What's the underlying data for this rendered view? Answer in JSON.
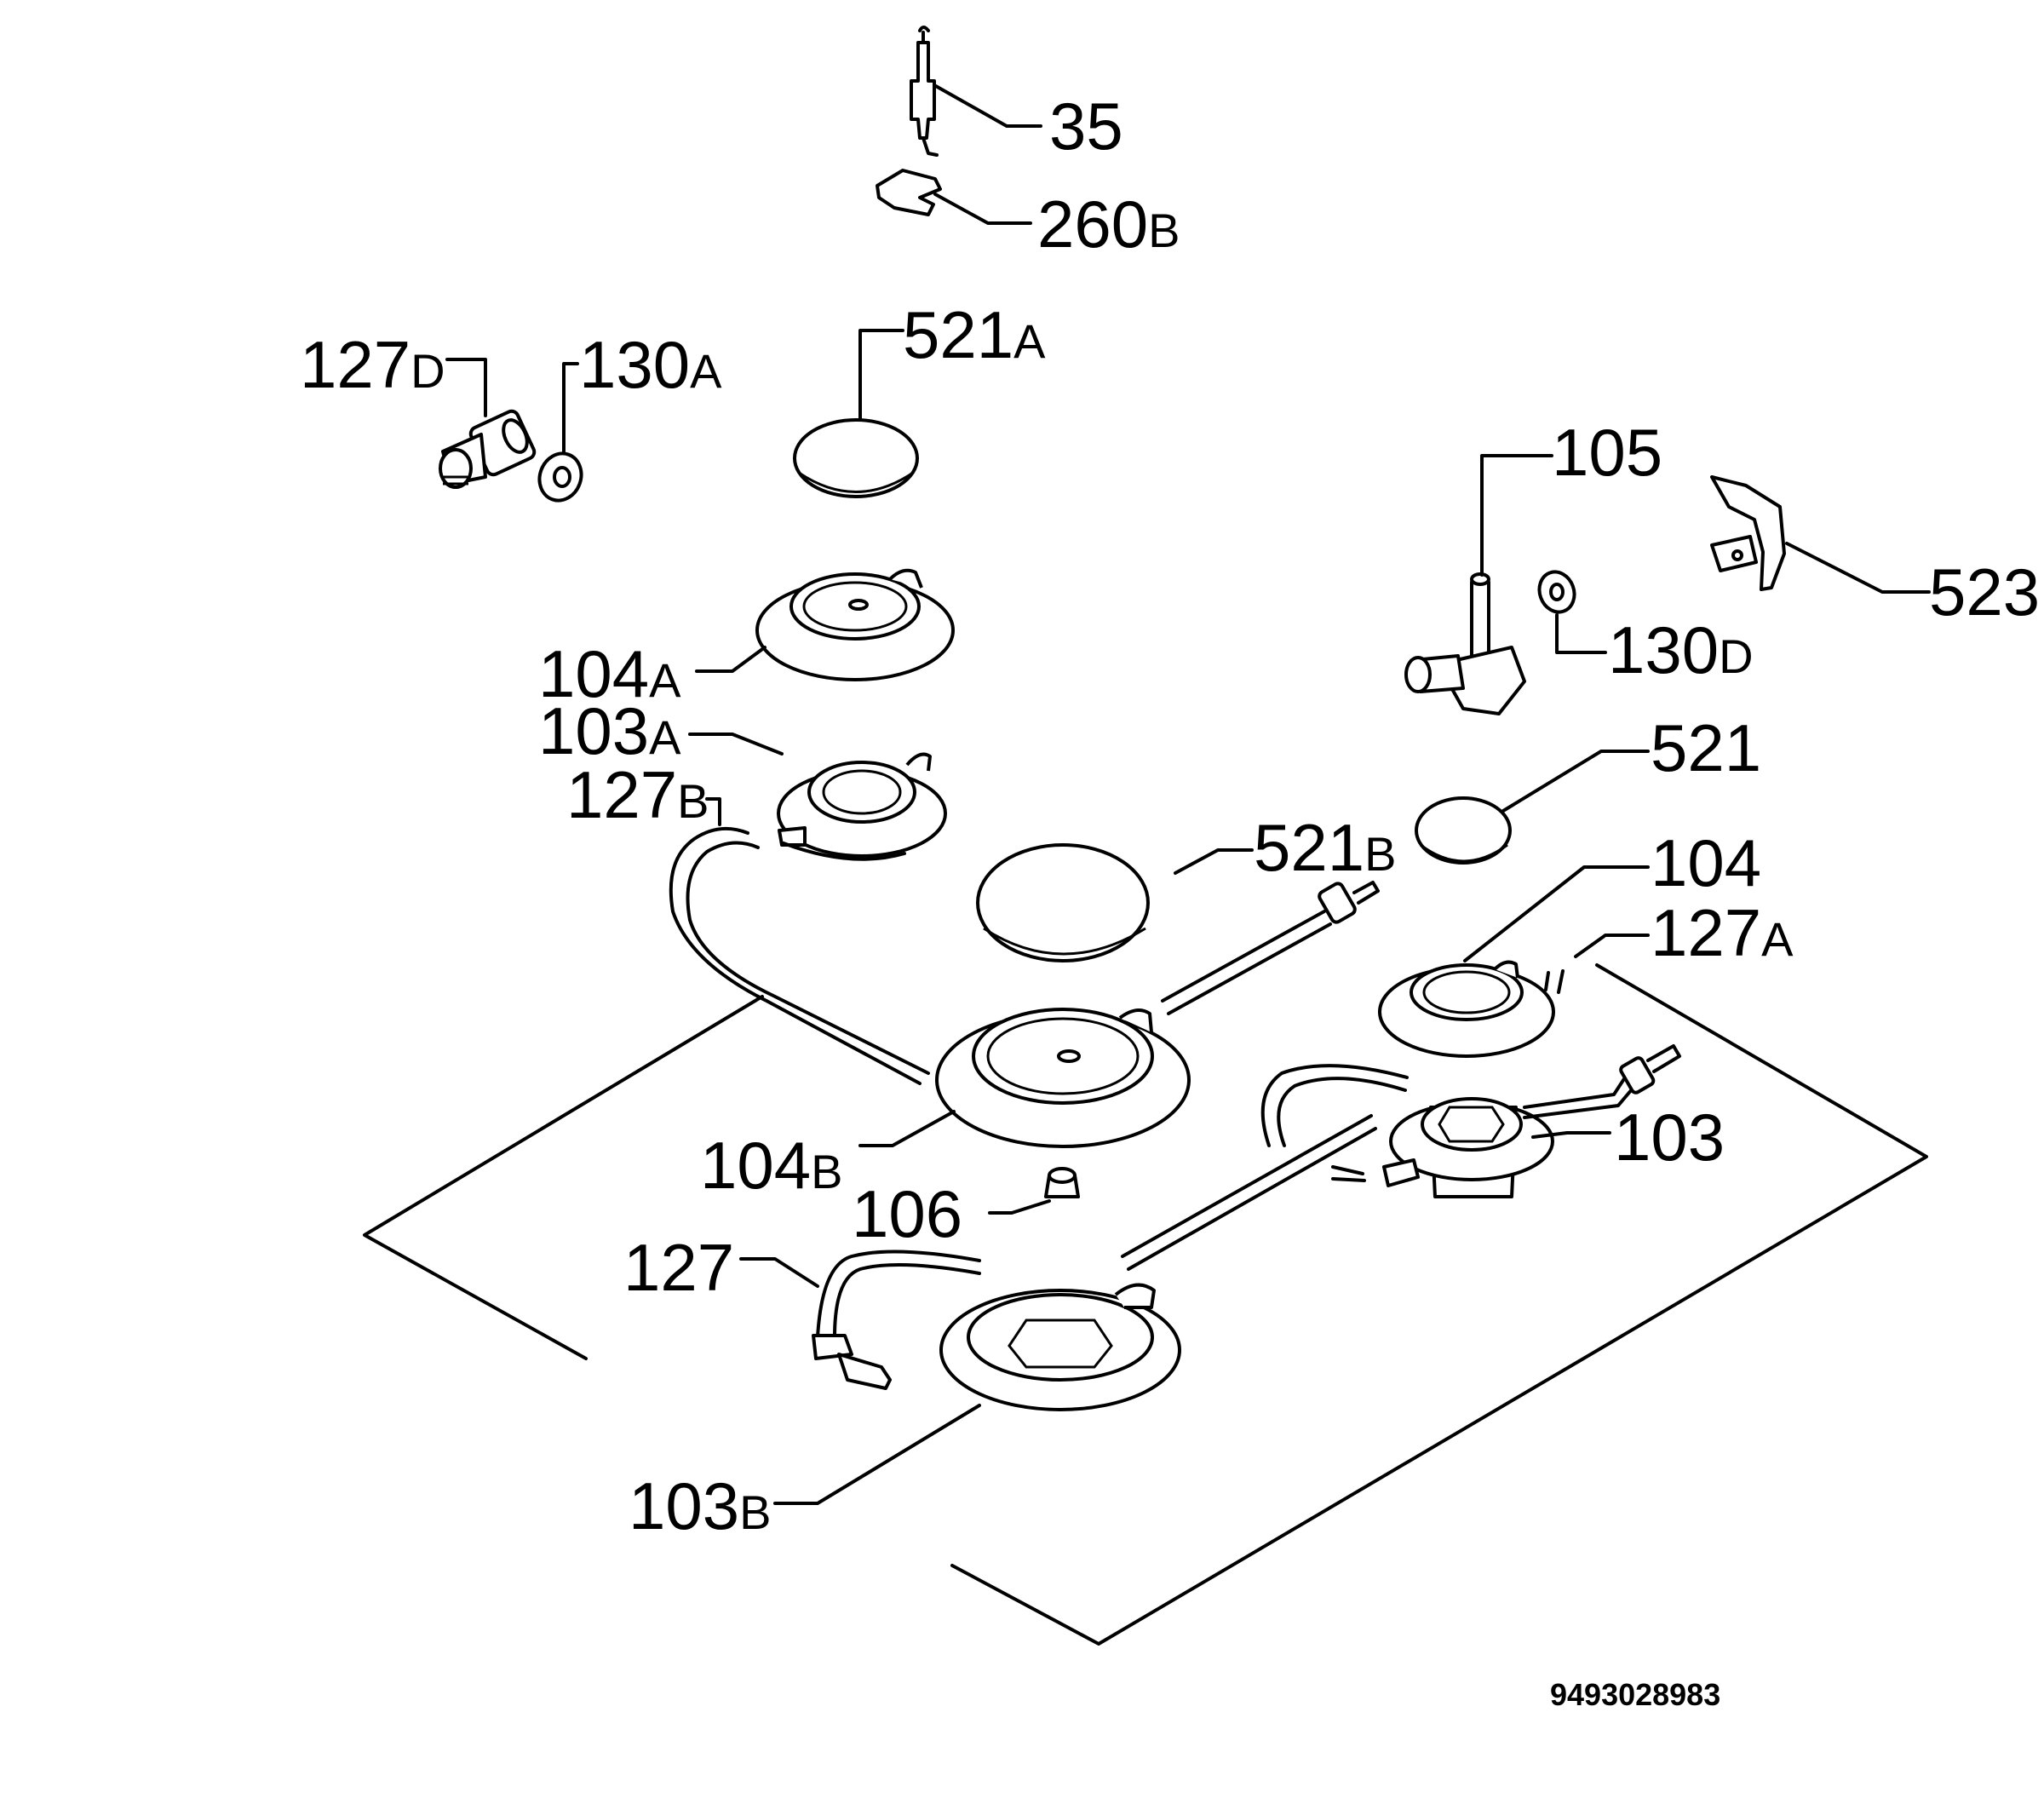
{
  "labels": [
    {
      "id": "35",
      "num": "35",
      "suf": ""
    },
    {
      "id": "260B",
      "num": "260",
      "suf": "B"
    },
    {
      "id": "127D",
      "num": "127",
      "suf": "D"
    },
    {
      "id": "130A",
      "num": "130",
      "suf": "A"
    },
    {
      "id": "521A",
      "num": "521",
      "suf": "A"
    },
    {
      "id": "105",
      "num": "105",
      "suf": ""
    },
    {
      "id": "523",
      "num": "523",
      "suf": ""
    },
    {
      "id": "130D",
      "num": "130",
      "suf": "D"
    },
    {
      "id": "104A",
      "num": "104",
      "suf": "A"
    },
    {
      "id": "103A",
      "num": "103",
      "suf": "A"
    },
    {
      "id": "127B",
      "num": "127",
      "suf": "B"
    },
    {
      "id": "521",
      "num": "521",
      "suf": ""
    },
    {
      "id": "521B",
      "num": "521",
      "suf": "B"
    },
    {
      "id": "104",
      "num": "104",
      "suf": ""
    },
    {
      "id": "127A",
      "num": "127",
      "suf": "A"
    },
    {
      "id": "103",
      "num": "103",
      "suf": ""
    },
    {
      "id": "104B",
      "num": "104",
      "suf": "B"
    },
    {
      "id": "106",
      "num": "106",
      "suf": ""
    },
    {
      "id": "127",
      "num": "127",
      "suf": ""
    },
    {
      "id": "103B",
      "num": "103",
      "suf": "B"
    }
  ],
  "drawing_code": "9493028983"
}
